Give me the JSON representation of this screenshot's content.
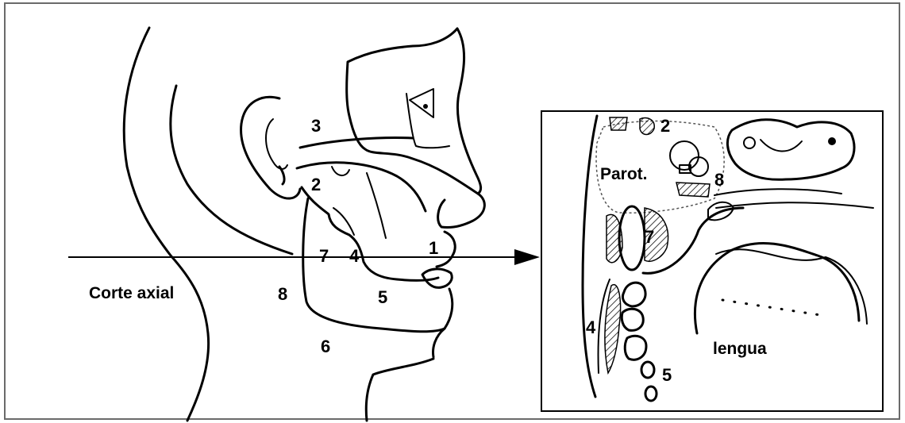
{
  "labels": {
    "corte_axial": "Corte axial",
    "face_1": "1",
    "face_2": "2",
    "face_3": "3",
    "face_4": "4",
    "face_5": "5",
    "face_6": "6",
    "face_7": "7",
    "face_8": "8",
    "inset_2": "2",
    "inset_parot": "Parot.",
    "inset_8": "8",
    "inset_7": "7",
    "inset_4": "4",
    "inset_5": "5",
    "inset_lengua": "lengua"
  }
}
